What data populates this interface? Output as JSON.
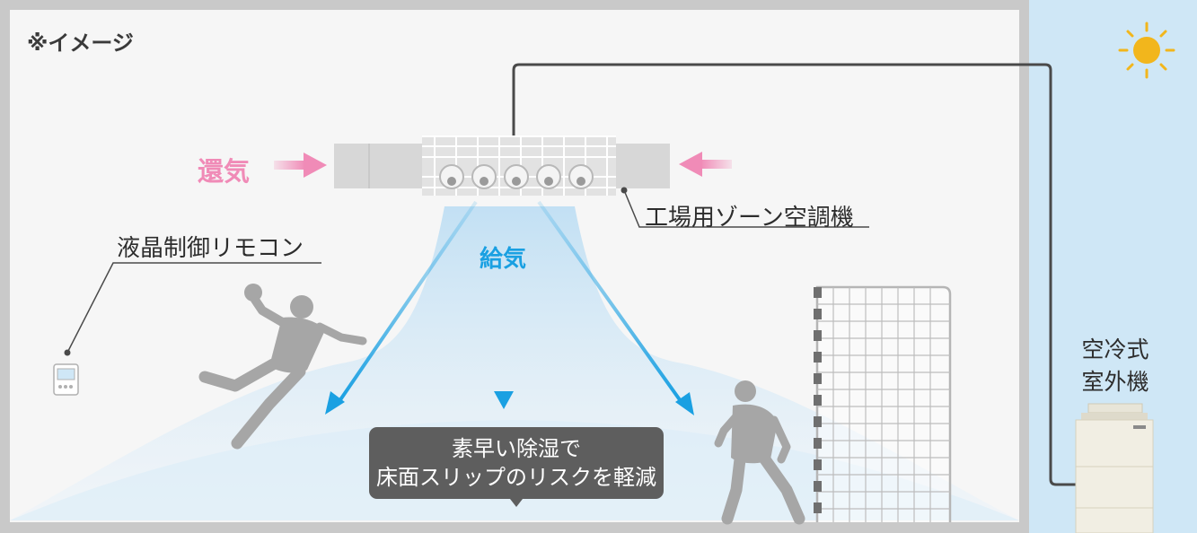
{
  "labels": {
    "note": "※イメージ",
    "return_air": "還気",
    "supply_air": "給気",
    "zone_unit": "工場用ゾーン空調機",
    "remote": "液晶制御リモコン",
    "outdoor_line1": "空冷式",
    "outdoor_line2": "室外機",
    "callout_line1": "素早い除湿で",
    "callout_line2": "床面スリップのリスクを軽減"
  },
  "icons": {
    "sun": "sun-icon",
    "remote": "remote-control-icon",
    "outdoor_unit": "outdoor-unit-icon",
    "zone_unit": "zone-air-conditioner-icon"
  },
  "colors": {
    "room_background": "#f6f6f6",
    "outside_sky": "#cfe7f6",
    "room_border": "#c9c9c9",
    "return_air": "#f08bb7",
    "supply_air": "#1aa0e2",
    "airflow_fill": "#cbe4f5",
    "silhouette": "#a6a6a6",
    "callout": "#5e5e5e",
    "sun": "#f2b61c"
  }
}
